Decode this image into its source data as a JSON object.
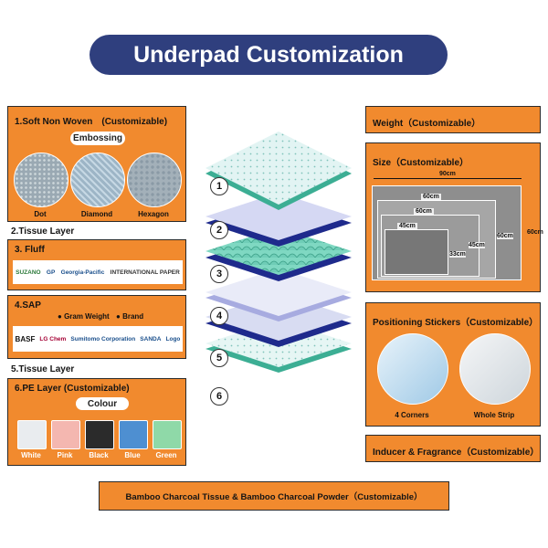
{
  "title": "Underpad Customization",
  "left": {
    "nonwoven": {
      "title": "1.Soft Non Woven　(Customizable)",
      "badge": "Embossing",
      "patterns": [
        "Dot",
        "Diamond",
        "Hexagon"
      ]
    },
    "tissue_layer_1": "2.Tissue Layer",
    "fluff": {
      "title": "3. Fluff",
      "brands": [
        "SUZANO",
        "GP",
        "Georgia-Pacific",
        "INTERNATIONAL PAPER"
      ]
    },
    "sap": {
      "title": "4.SAP",
      "options": [
        "Gram Weight",
        "Brand"
      ],
      "brands": [
        "BASF",
        "LG Chem",
        "Sumitomo Corporation",
        "SANDA",
        "Logo"
      ]
    },
    "tissue_layer_2": "5.Tissue Layer",
    "pe_layer": {
      "title": "6.PE Layer (Customizable)",
      "badge": "Colour",
      "colors": [
        {
          "name": "White",
          "hex": "#e9ecef"
        },
        {
          "name": "Pink",
          "hex": "#f4b7b0"
        },
        {
          "name": "Black",
          "hex": "#2b2b2b"
        },
        {
          "name": "Blue",
          "hex": "#4e8fd1"
        },
        {
          "name": "Green",
          "hex": "#8fd9a8"
        }
      ]
    }
  },
  "layers": [
    "1",
    "2",
    "3",
    "4",
    "5",
    "6"
  ],
  "right": {
    "weight": "Weight（Customizable）",
    "size": {
      "title": "Size（Customizable）",
      "widths": [
        "90cm",
        "60cm",
        "60cm",
        "45cm"
      ],
      "heights": [
        "60cm",
        "60cm",
        "45cm",
        "33cm"
      ]
    },
    "stickers": {
      "title": "Positioning Stickers（Customizable）",
      "options": [
        "4 Corners",
        "Whole Strip"
      ]
    },
    "inducer": "Inducer & Fragrance（Customizable）"
  },
  "bottom": "Bamboo Charcoal Tissue & Bamboo Charcoal Powder（Customizable）",
  "colors": {
    "accent": "#f18a2e",
    "title_bg": "#2f3f7e"
  }
}
